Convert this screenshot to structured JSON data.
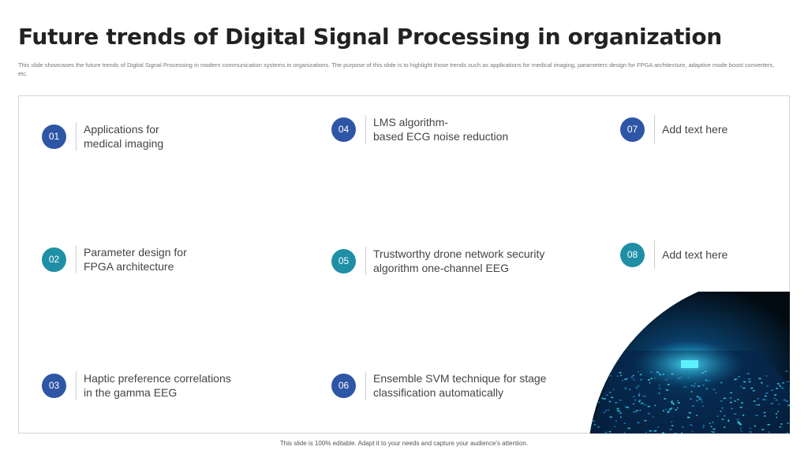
{
  "title": "Future trends of Digital Signal Processing in organization",
  "subtitle": "This slide showcases the future trends of Digital Signal Processing in modern communication systems in organizations. The purpose of this slide is to highlight those trends such as applications for medical imaging, parameters design for FPGA architecture, adaptive mode boost converters, etc.",
  "items": [
    {
      "num": "01",
      "text": "Applications for\nmedical imaging",
      "color": "#2e56a6"
    },
    {
      "num": "02",
      "text": "Parameter design for\nFPGA architecture",
      "color": "#1f8fa6"
    },
    {
      "num": "03",
      "text": "Haptic preference correlations\nin the gamma EEG",
      "color": "#2e56a6"
    },
    {
      "num": "04",
      "text": "LMS algorithm-\nbased ECG noise reduction",
      "color": "#2e56a6"
    },
    {
      "num": "05",
      "text": "Trustworthy drone network security\nalgorithm one-channel EEG",
      "color": "#1f8fa6"
    },
    {
      "num": "06",
      "text": "Ensemble SVM technique for stage\nclassification automatically",
      "color": "#2e56a6"
    },
    {
      "num": "07",
      "text": "Add text here",
      "color": "#2e56a6"
    },
    {
      "num": "08",
      "text": "Add text here",
      "color": "#1f8fa6"
    }
  ],
  "image": "circuit-board-chip-image",
  "footer": "This slide is 100% editable. Adapt it to your needs and capture your audience's attention."
}
